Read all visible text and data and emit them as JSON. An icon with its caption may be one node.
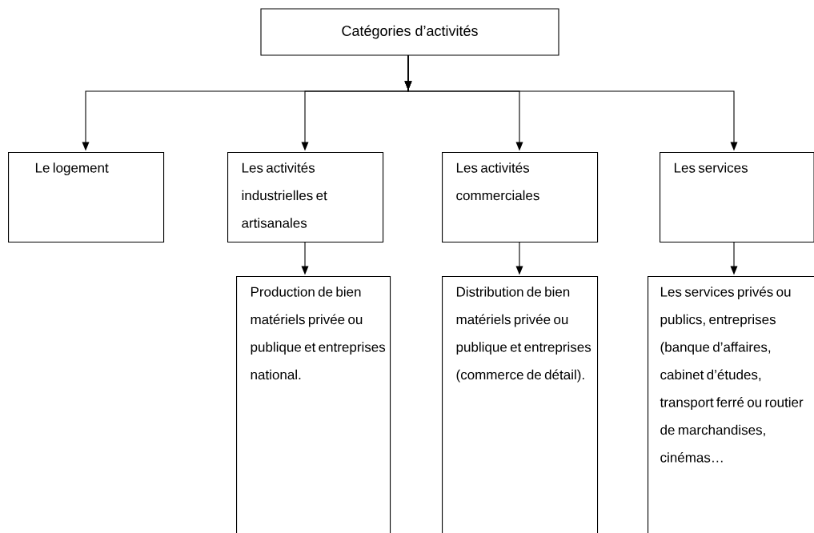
{
  "diagram": {
    "nodes": [
      {
        "text": [
          "Catégories d’activités"
        ]
      },
      {
        "text": [
          "Le logement"
        ]
      },
      {
        "text": [
          "Les activités industrielles et artisanales"
        ]
      },
      {
        "text": [
          "Les activités commerciales"
        ]
      },
      {
        "text": [
          "Les services"
        ]
      },
      {
        "text": [
          "Production de bien matériels privée ou publique et entreprises national."
        ]
      },
      {
        "text": [
          "Distribution de bien matériels privée ou publique et entreprises (commerce de détail)."
        ]
      },
      {
        "text": [
          "Les services privés ou publics, entreprises (banque d’affaires, cabinet d’études, transport ferré ou routier de marchandises, cinémas…"
        ]
      }
    ],
    "edges": [
      {
        "from": 0,
        "to": 1,
        "arrow": "to"
      },
      {
        "from": 0,
        "to": 2,
        "arrow": "to"
      },
      {
        "from": 0,
        "to": 3,
        "arrow": "to"
      },
      {
        "from": 0,
        "to": 4,
        "arrow": "to"
      },
      {
        "from": 2,
        "to": 5,
        "arrow": "to"
      },
      {
        "from": 3,
        "to": 6,
        "arrow": "to"
      },
      {
        "from": 4,
        "to": 7,
        "arrow": "to"
      }
    ]
  }
}
